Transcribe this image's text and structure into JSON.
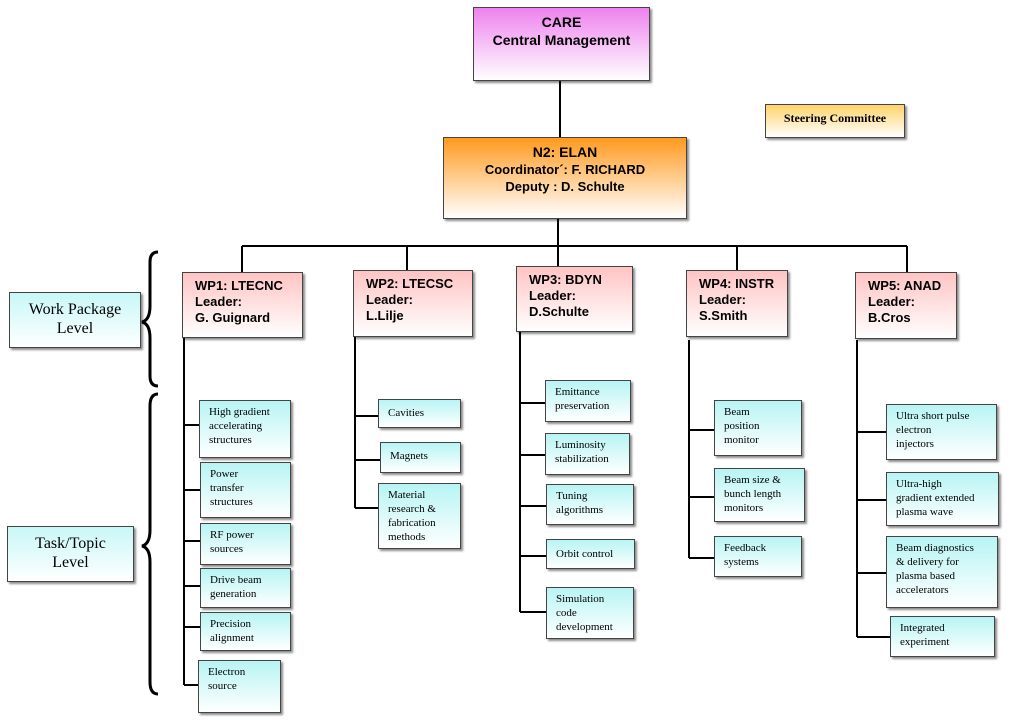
{
  "top": {
    "line1": "CARE",
    "line2": "Central Management"
  },
  "steering": "Steering Committee",
  "n2": {
    "line1": "N2: ELAN",
    "line2": "Coordinator´: F. RICHARD",
    "line3": "Deputy : D. Schulte"
  },
  "levels": {
    "work_package": [
      "Work Package",
      "Level"
    ],
    "task_topic": [
      "Task/Topic",
      "Level"
    ]
  },
  "work_packages": [
    {
      "title": "WP1: LTECNC",
      "leader_label": "Leader:",
      "leader": "G. Guignard",
      "tasks": [
        [
          "High gradient",
          "accelerating",
          "structures"
        ],
        [
          "Power",
          "transfer",
          "structures"
        ],
        [
          "RF power",
          "sources"
        ],
        [
          "Drive beam",
          "generation"
        ],
        [
          "Precision",
          "alignment"
        ],
        [
          "Electron",
          "source"
        ]
      ]
    },
    {
      "title": "WP2: LTECSC",
      "leader_label": "Leader:",
      "leader": "L.Lilje",
      "tasks": [
        [
          "Cavities"
        ],
        [
          "Magnets"
        ],
        [
          "Material",
          "research &",
          "fabrication",
          "methods"
        ]
      ]
    },
    {
      "title": "WP3: BDYN",
      "leader_label": "Leader:",
      "leader": "D.Schulte",
      "tasks": [
        [
          "Emittance",
          "preservation"
        ],
        [
          "Luminosity",
          "stabilization"
        ],
        [
          "Tuning",
          "algorithms"
        ],
        [
          "Orbit control"
        ],
        [
          "Simulation",
          "code",
          "development"
        ]
      ]
    },
    {
      "title": "WP4: INSTR",
      "leader_label": "Leader:",
      "leader": "S.Smith",
      "tasks": [
        [
          "Beam",
          "position",
          "monitor"
        ],
        [
          "Beam size &",
          "bunch length",
          "monitors"
        ],
        [
          "Feedback",
          "systems"
        ]
      ]
    },
    {
      "title": "WP5: ANAD",
      "leader_label": "Leader:",
      "leader": "B.Cros",
      "tasks": [
        [
          "Ultra short pulse",
          "electron",
          "injectors"
        ],
        [
          "Ultra-high",
          "gradient extended",
          "plasma wave"
        ],
        [
          "Beam diagnostics",
          "& delivery for",
          "plasma based",
          "accelerators"
        ],
        [
          "Integrated",
          "experiment"
        ]
      ]
    }
  ],
  "colors": {
    "care": "#ee82ee",
    "n2": "#ff9a1f",
    "steering": "#ffd36b",
    "wp": "#ffc4c4",
    "task": "#b8f4f4"
  }
}
